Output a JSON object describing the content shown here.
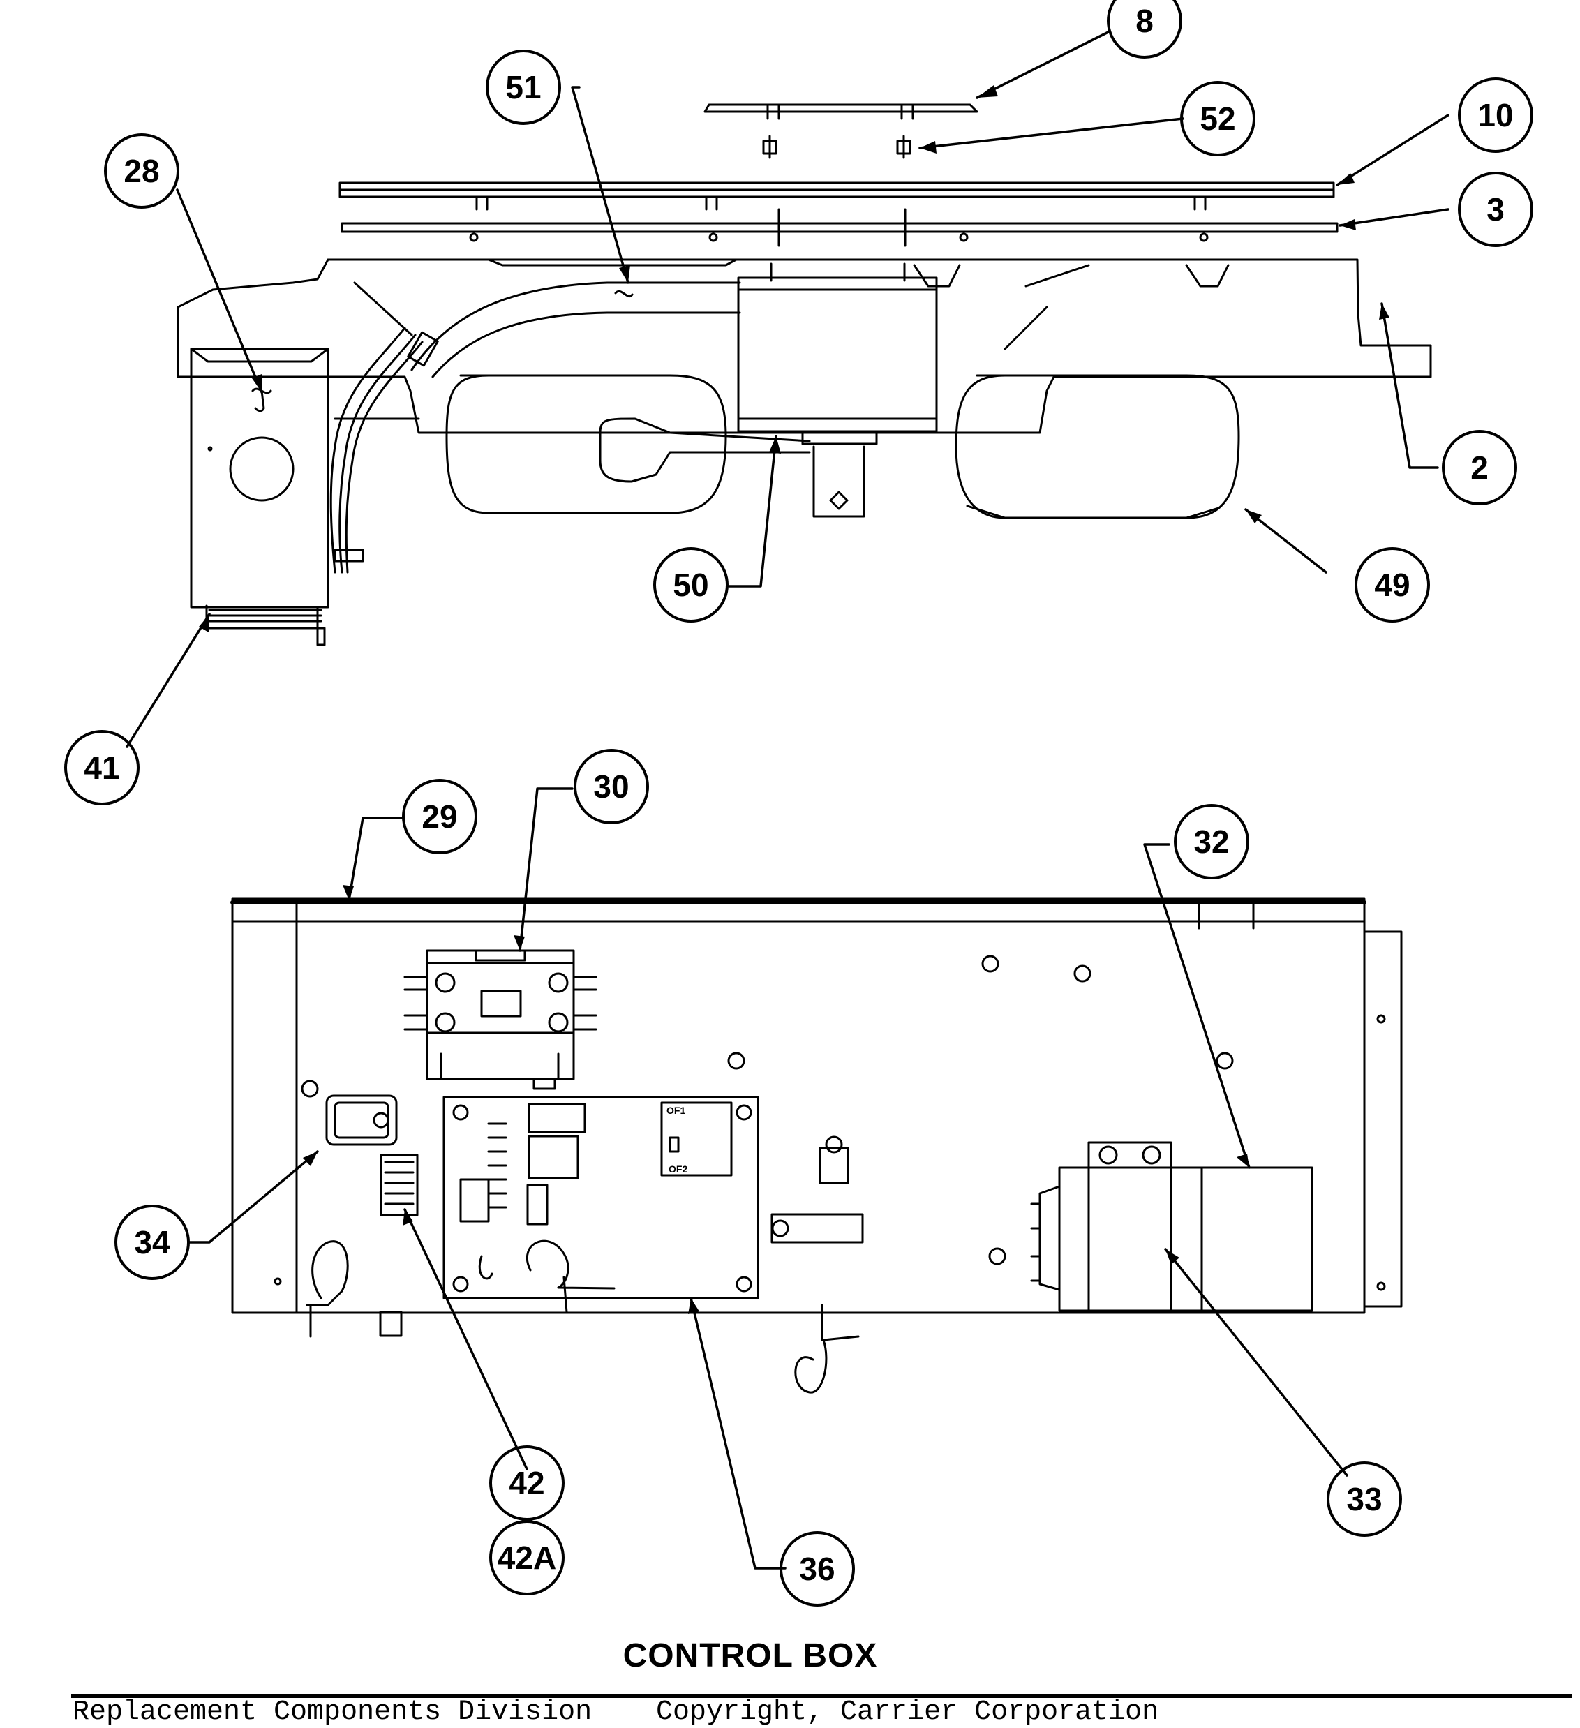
{
  "title": "CONTROL BOX",
  "footer": {
    "left": "Replacement Components Division",
    "right": "Copyright, Carrier Corporation"
  },
  "callouts": [
    "8",
    "51",
    "52",
    "10",
    "28",
    "3",
    "2",
    "49",
    "50",
    "41",
    "30",
    "29",
    "32",
    "34",
    "42",
    "42A",
    "36",
    "33"
  ],
  "board_labels": [
    "OF1",
    "OF2"
  ]
}
